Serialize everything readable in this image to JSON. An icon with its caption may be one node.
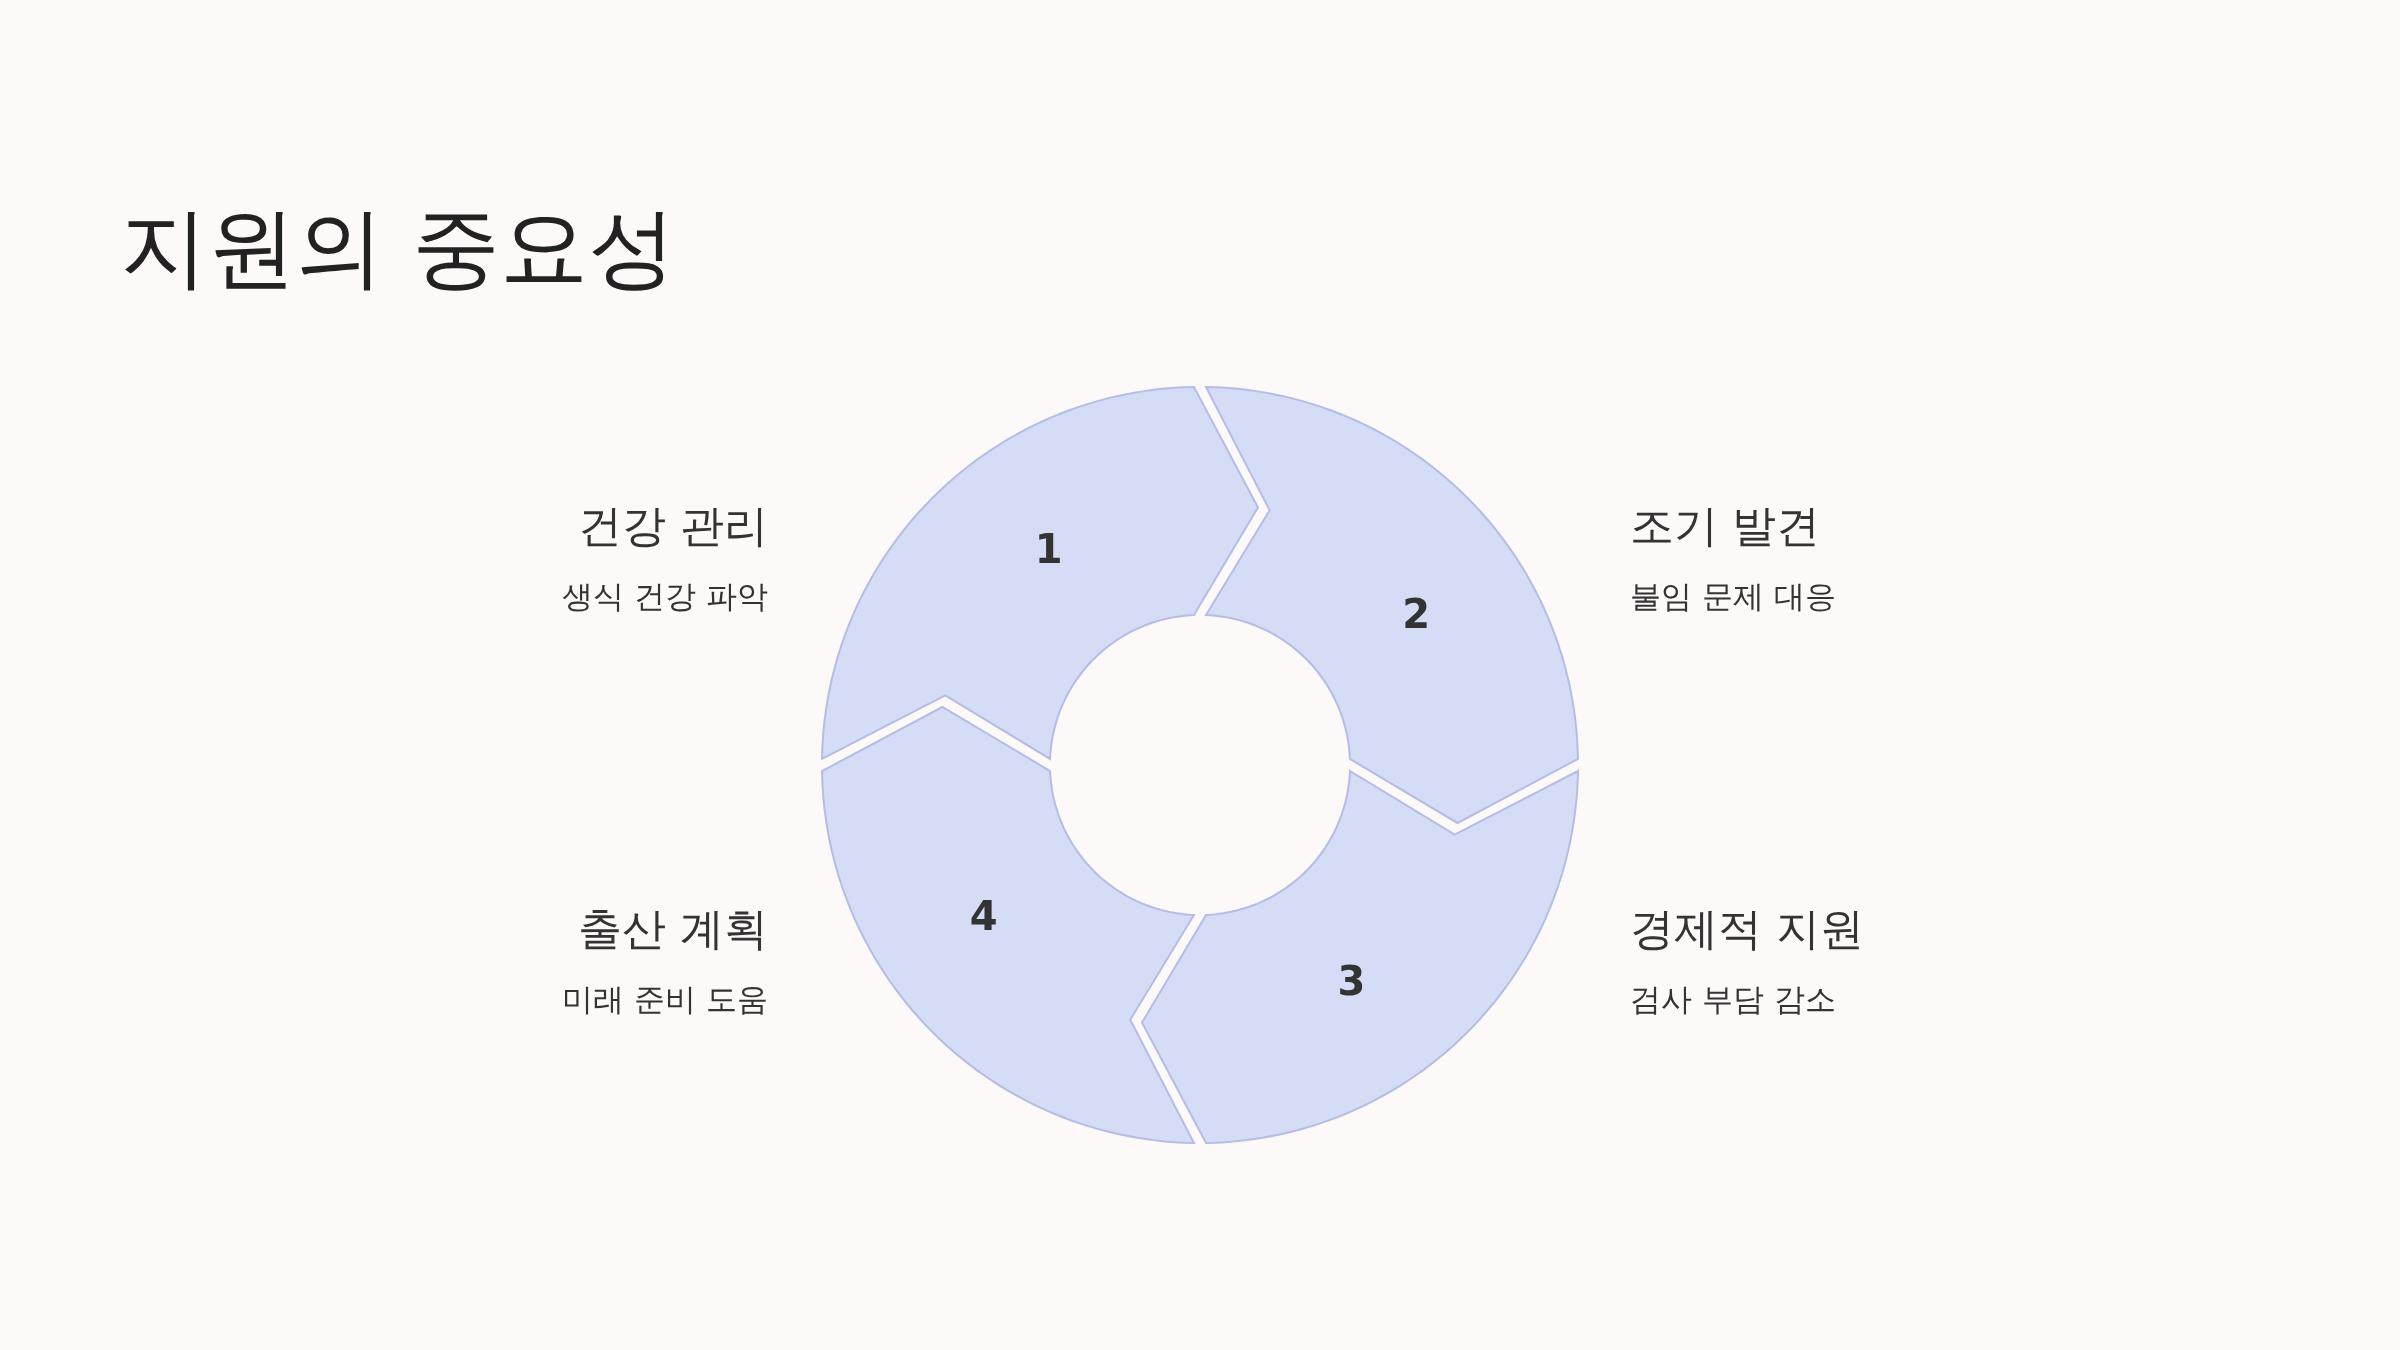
{
  "diagram": {
    "title": "지원의 중요성",
    "nodes": [
      {
        "text": [
          "1"
        ],
        "beside": [
          "건강 관리",
          "생식 건강 파악"
        ]
      },
      {
        "text": [
          "2"
        ],
        "beside": [
          "조기 발견",
          "불임 문제 대응"
        ]
      },
      {
        "text": [
          "3"
        ],
        "beside": [
          "경제적 지원",
          "검사 부담 감소"
        ]
      },
      {
        "text": [
          "4"
        ],
        "beside": [
          "출산 계획",
          "미래 준비 도움"
        ]
      }
    ]
  }
}
